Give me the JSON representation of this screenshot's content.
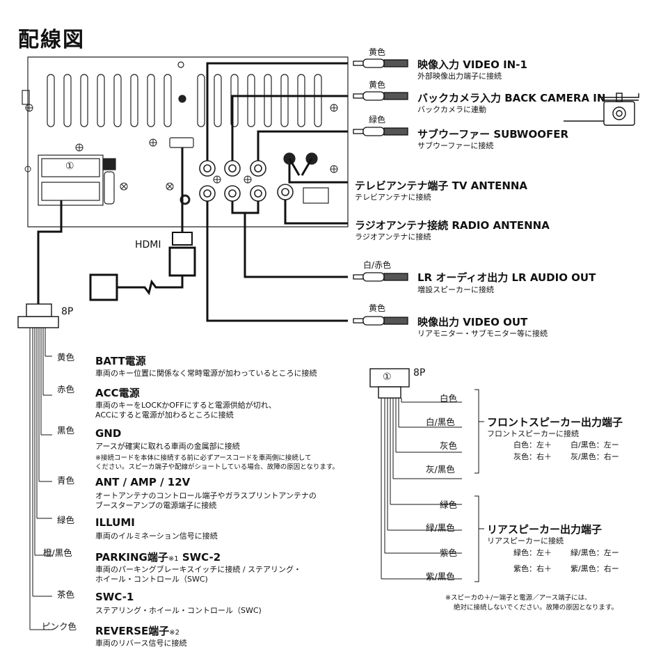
{
  "title": "配線図",
  "unit": {
    "hdmi": "HDMI",
    "connector_8p": "8P",
    "pin1": "①"
  },
  "outputs": [
    {
      "color": "黄色",
      "label": "映像入力 VIDEO IN-1",
      "desc": "外部映像出力端子に接続"
    },
    {
      "color": "黄色",
      "label": "バックカメラ入力 BACK CAMERA IN",
      "desc": "バックカメラに連動"
    },
    {
      "color": "緑色",
      "label": "サブウーファー SUBWOOFER",
      "desc": "サブウーファーに接続"
    },
    {
      "color": "",
      "label": "テレビアンテナ端子 TV ANTENNA",
      "desc": "テレビアンテナに接続"
    },
    {
      "color": "",
      "label": "ラジオアンテナ接続 RADIO ANTENNA",
      "desc": "ラジオアンテナに接続"
    },
    {
      "color": "白/赤色",
      "label": "LR オーディオ出力 LR AUDIO OUT",
      "desc": "増設スピーカーに接続"
    },
    {
      "color": "黄色",
      "label": "映像出力 VIDEO OUT",
      "desc": "リアモニター・サブモニター等に接続"
    }
  ],
  "power_wires": [
    {
      "color": "黄色",
      "label": "BATT電源",
      "desc": [
        "車両のキー位置に関係なく常時電源が加わっているところに接続"
      ]
    },
    {
      "color": "赤色",
      "label": "ACC電源",
      "desc": [
        "車両のキーをLOCKかOFFにすると電源供給が切れ、",
        "ACCにすると電源が加わるところに接続"
      ]
    },
    {
      "color": "黒色",
      "label": "GND",
      "desc": [
        "アースが確実に取れる車両の金属部に接続"
      ],
      "note": [
        "※接続コードを本体に接続する前に必ずアースコードを車両側に接続して",
        "ください。スピーカ端子や配線がショートしている場合、故障の原因となります。"
      ]
    },
    {
      "color": "青色",
      "label": "ANT / AMP / 12V",
      "desc": [
        "オートアンテナのコントロール端子やガラスプリントアンテナの",
        "ブースターアンプの電源端子に接続"
      ]
    },
    {
      "color": "緑色",
      "label": "ILLUMI",
      "desc": [
        "車両のイルミネーション信号に接続"
      ]
    },
    {
      "color": "橙/黒色",
      "label": "PARKING端子",
      "mark": "※1",
      "label2": " SWC-2",
      "desc": [
        "車両のパーキングブレーキスイッチに接続 / ステアリング・",
        "ホイール・コントロール（SWC)"
      ]
    },
    {
      "color": "茶色",
      "label": "SWC-1",
      "desc": [
        "ステアリング・ホイール・コントロール（SWC)"
      ]
    },
    {
      "color": "ピンク色",
      "label": "REVERSE端子",
      "mark": "※2",
      "desc": [
        "車両のリバース信号に接続"
      ]
    }
  ],
  "speaker_wires": [
    "白色",
    "白/黒色",
    "灰色",
    "灰/黒色",
    "緑色",
    "緑/黒色",
    "紫色",
    "紫/黒色"
  ],
  "front": {
    "title": "フロントスピーカー出力端子",
    "sub": "フロントスピーカーに接続",
    "row1": [
      "白色：左＋",
      "白/黒色：左ー"
    ],
    "row2": [
      "灰色：右＋",
      "灰/黒色：右ー"
    ]
  },
  "rear": {
    "title": "リアスピーカー出力端子",
    "sub": "リアスピーカーに接続",
    "row1": [
      "緑色：左＋",
      "緑/黒色：左ー"
    ],
    "row2": [
      "紫色：右＋",
      "紫/黒色：右ー"
    ]
  },
  "warning": [
    "※スピーカの＋/ー端子と電源／アース端子には、",
    "絶対に接続しないでください。故障の原因となります。"
  ]
}
